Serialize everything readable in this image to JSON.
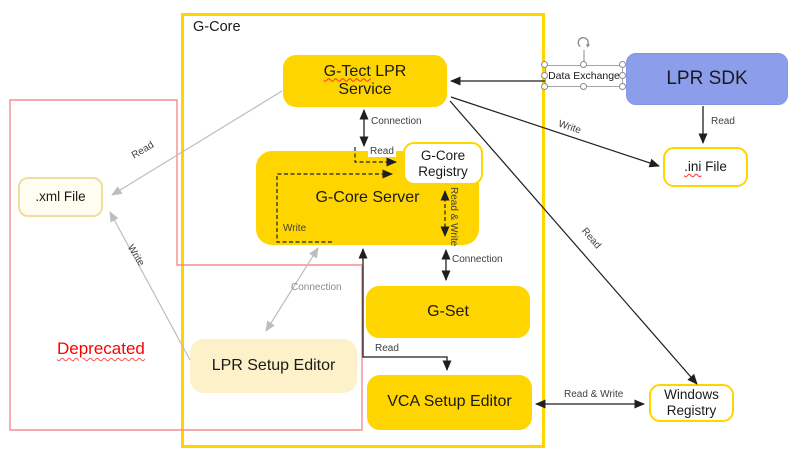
{
  "diagram": {
    "container": {
      "label": "G-Core"
    },
    "deprecated": {
      "label": "Deprecated"
    },
    "boxes": {
      "gtect": {
        "misspelled": "G-Tect",
        "rest": " LPR",
        "line2": "Service"
      },
      "lpr_sdk": {
        "label": "LPR SDK"
      },
      "ini_file": {
        "misspelled": ".ini",
        "rest": " File"
      },
      "gcore_server": {
        "label": "G-Core Server"
      },
      "gcore_registry": {
        "label": "G-Core Registry"
      },
      "gset": {
        "label": "G-Set"
      },
      "vca_setup_editor": {
        "label": "VCA Setup Editor"
      },
      "windows_registry": {
        "label": "Windows Registry"
      },
      "lpr_setup_editor": {
        "label": "LPR Setup Editor"
      },
      "xml_file": {
        "label": ".xml File"
      }
    },
    "edges": {
      "data_exchange": {
        "label": "Data Exchange"
      },
      "connection_gtect_server": {
        "label": "Connection"
      },
      "read_sdk_ini": {
        "label": "Read"
      },
      "write_gtect_ini": {
        "label": "Write"
      },
      "read_gtect_winreg": {
        "label": "Read"
      },
      "read_server_registry": {
        "label": "Read"
      },
      "write_server_registry": {
        "label": "Write"
      },
      "readwrite_server_registry": {
        "label": "Read & Write"
      },
      "connection_server_gset": {
        "label": "Connection"
      },
      "read_server_vca": {
        "label": "Read"
      },
      "readwrite_vca_winreg": {
        "label": "Read & Write"
      },
      "read_gtect_xml": {
        "label": "Read"
      },
      "write_lpreditor_xml": {
        "label": "Write"
      },
      "connection_lpreditor_server": {
        "label": "Connection"
      }
    },
    "colors": {
      "gold": "#FFD500",
      "blue": "#8C9EEB",
      "cream": "#FCF1C9",
      "ivory": "#FFFDF0",
      "pale_gold_border": "#F0DEA0",
      "red_border": "#F28F8F",
      "deprecated_red": "#FF0000",
      "gray_line": "#BDBDBD",
      "black_line": "#1F1F1F"
    }
  }
}
